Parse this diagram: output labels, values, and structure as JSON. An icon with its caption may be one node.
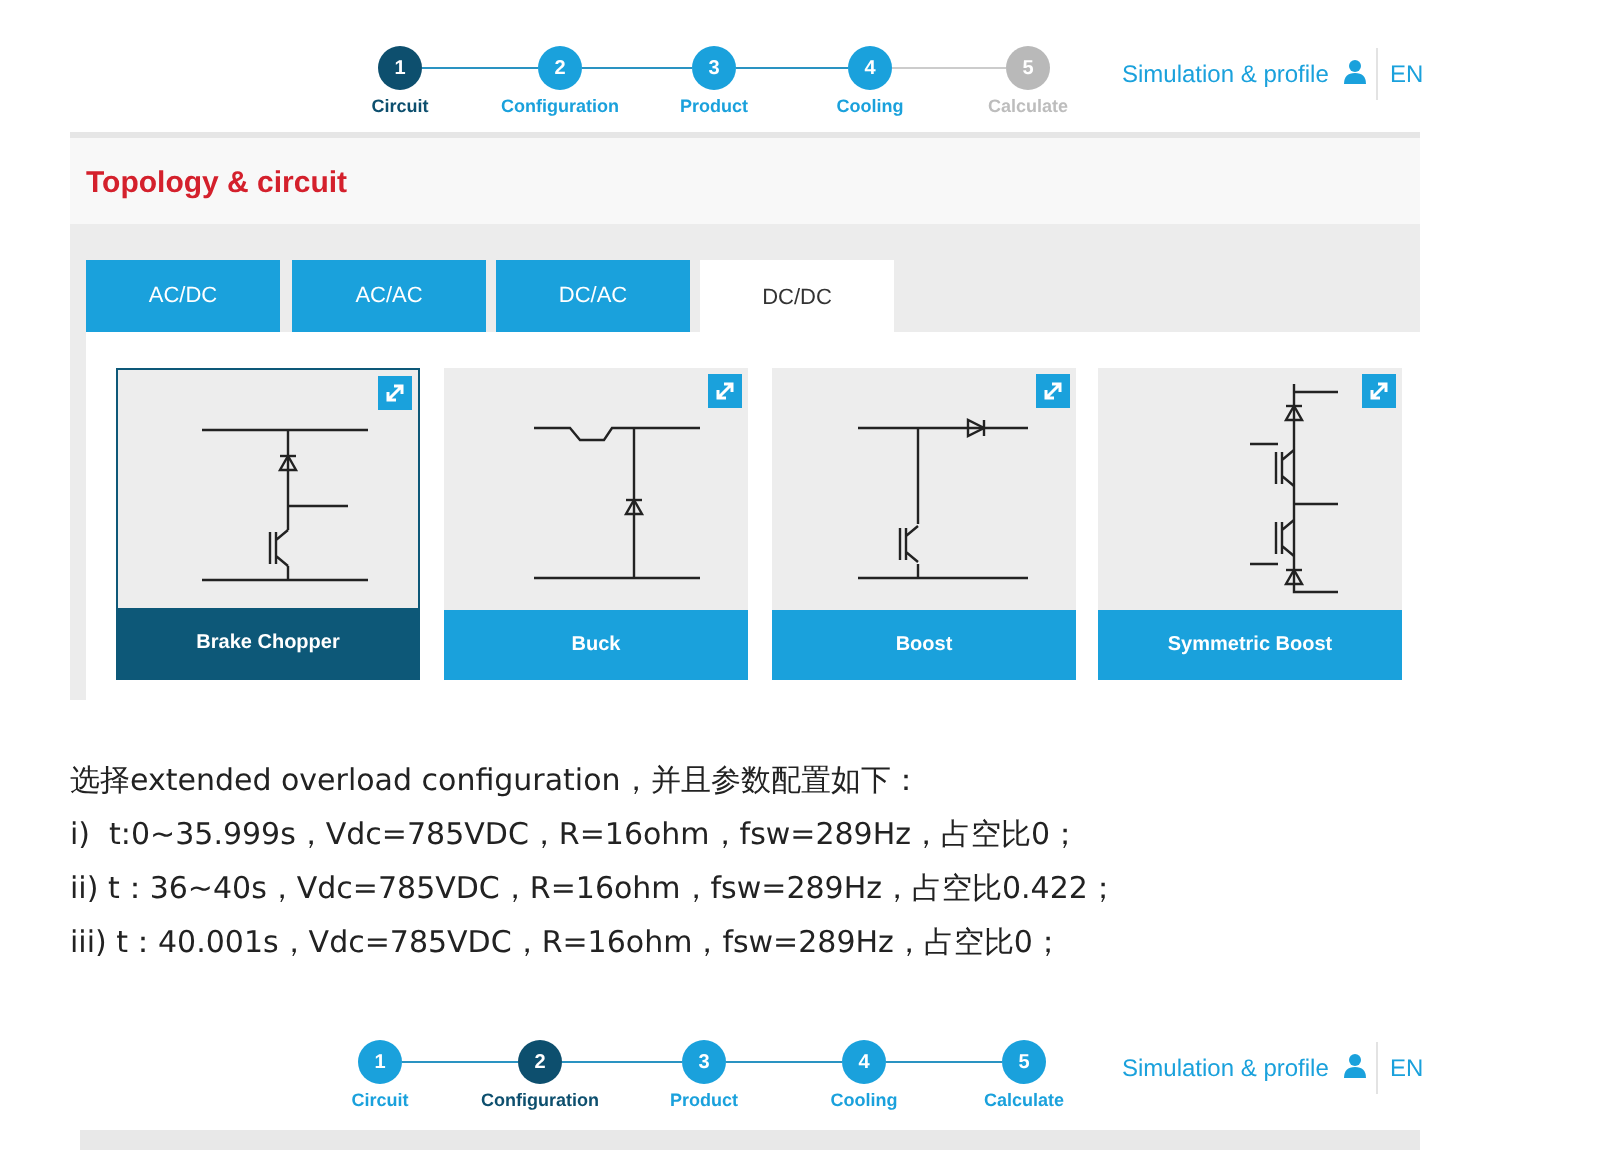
{
  "diagram": {
    "title": "Topology & circuit",
    "nodes": [
      {
        "text": [
          "1"
        ],
        "beside": [
          "Circuit"
        ]
      },
      {
        "text": [
          "2"
        ],
        "beside": [
          "Configuration"
        ]
      },
      {
        "text": [
          "3"
        ],
        "beside": [
          "Product"
        ]
      },
      {
        "text": [
          "4"
        ],
        "beside": [
          "Cooling"
        ]
      },
      {
        "text": [
          "5"
        ],
        "beside": [
          "Calculate"
        ]
      },
      {
        "text": [
          "1"
        ],
        "beside": [
          "Circuit"
        ]
      },
      {
        "text": [
          "2"
        ],
        "beside": [
          "Configuration"
        ]
      },
      {
        "text": [
          "3"
        ],
        "beside": [
          "Product"
        ]
      },
      {
        "text": [
          "4"
        ],
        "beside": [
          "Cooling"
        ]
      },
      {
        "text": [
          "5"
        ],
        "beside": [
          "Calculate"
        ]
      },
      {
        "text": [
          "AC/DC"
        ]
      },
      {
        "text": [
          "AC/AC"
        ]
      },
      {
        "text": [
          "DC/AC"
        ]
      },
      {
        "text": [
          "DC/DC"
        ]
      },
      {
        "text": [
          "Brake Chopper"
        ]
      },
      {
        "text": [
          "Buck"
        ]
      },
      {
        "text": [
          "Boost"
        ]
      },
      {
        "text": [
          "Symmetric Boost"
        ]
      }
    ],
    "edges": [
      {
        "from": 0,
        "to": 1,
        "arrow": "none"
      },
      {
        "from": 1,
        "to": 2,
        "arrow": "none"
      },
      {
        "from": 2,
        "to": 3,
        "arrow": "none"
      },
      {
        "from": 3,
        "to": 4,
        "arrow": "none",
        "color": "#cccccc"
      },
      {
        "from": 5,
        "to": 6,
        "arrow": "none"
      },
      {
        "from": 6,
        "to": 7,
        "arrow": "none"
      },
      {
        "from": 7,
        "to": 8,
        "arrow": "none"
      },
      {
        "from": 8,
        "to": 9,
        "arrow": "none"
      }
    ],
    "labels": [
      "Simulation & profile",
      "EN",
      "选择extended overload configuration，并且参数配置如下：",
      "i)  t:0~35.999s，Vdc=785VDC，R=16ohm，fsw=289Hz，占空比0；",
      "ii) t：36~40s，Vdc=785VDC，R=16ohm，fsw=289Hz，占空比0.422；",
      "iii) t：40.001s，Vdc=785VDC，R=16ohm，fsw=289Hz，占空比0；",
      "Simulation & profile",
      "EN"
    ]
  }
}
